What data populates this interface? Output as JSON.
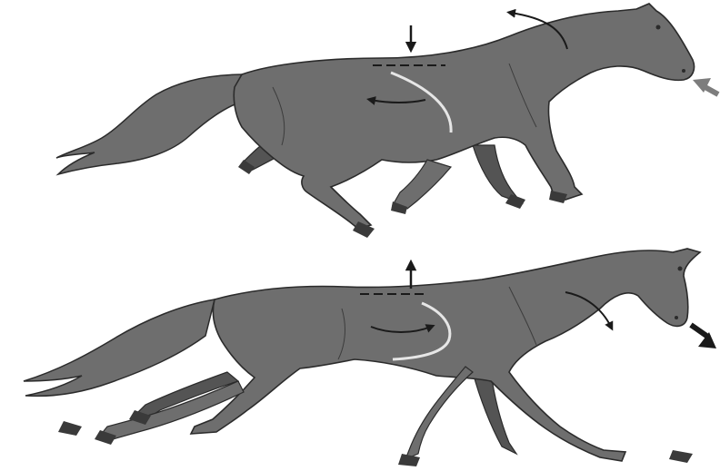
{
  "colors": {
    "background": "#ffffff",
    "horse_fill": "#6e6e6e",
    "horse_shadow": "#545454",
    "outline": "#2b2b2b",
    "hoof": "#3a3a3a",
    "back_curve": "#e6e6e6",
    "arrow_dark": "#1a1a1a",
    "arrow_gray": "#7d7d7d"
  },
  "panels": [
    {
      "id": "hollow-back-horse",
      "head_carriage": "high",
      "back": "hollow",
      "back_arrow": "down",
      "abdomen_rotation": "counter-clockwise",
      "neck_arrow": "raised",
      "force_arrow_style": "gray"
    },
    {
      "id": "rounded-back-horse",
      "head_carriage": "low",
      "back": "raised",
      "back_arrow": "up",
      "abdomen_rotation": "clockwise",
      "neck_arrow": "lowered",
      "force_arrow_style": "dark"
    }
  ],
  "icons": [
    "arrow-down-icon",
    "arrow-up-icon",
    "curved-arrow-icon",
    "thick-arrow-icon"
  ]
}
